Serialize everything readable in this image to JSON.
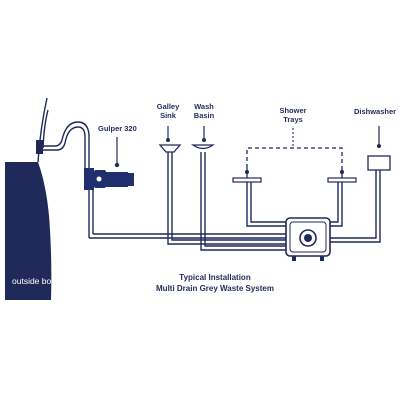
{
  "labels": {
    "gulper": "Gulper 320",
    "galley_line1": "Galley",
    "galley_line2": "Sink",
    "wash_line1": "Wash",
    "wash_line2": "Basin",
    "shower_line1": "Shower",
    "shower_line2": "Trays",
    "dishwasher": "Dishwasher",
    "outside": "outside boat",
    "caption_line1": "Typical Installation",
    "caption_line2": "Multi Drain Grey Waste System"
  },
  "colors": {
    "navy": "#1f2a5a",
    "pump_blue": "#20306f",
    "white": "#ffffff"
  },
  "icons": {
    "hull": "boat-hull",
    "pump": "gulper-pump",
    "manifold": "waste-manifold-box"
  }
}
